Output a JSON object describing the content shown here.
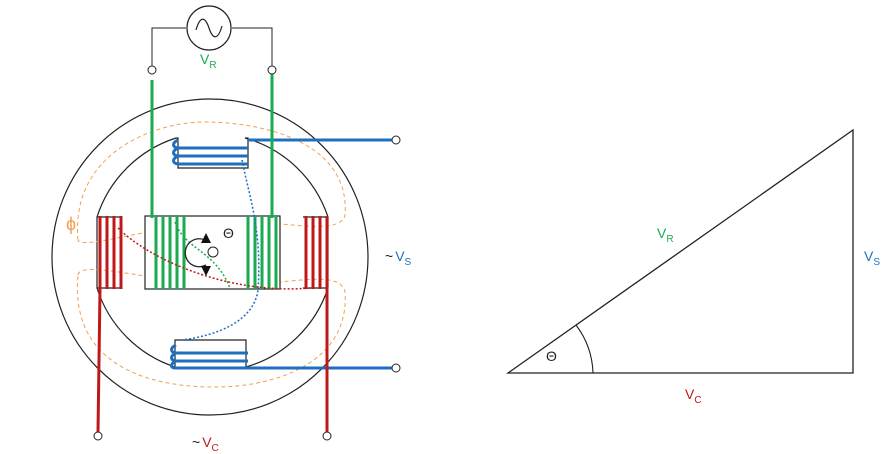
{
  "colors": {
    "rotor": "#1aaa50",
    "stator_s": "#1e6fbf",
    "stator_c": "#c01818",
    "flux": "#f0a050",
    "line": "#222222"
  },
  "icons": {
    "source": "ac-source-icon",
    "rotation": "rotation-arrow-icon"
  },
  "motor": {
    "vr": {
      "main": "V",
      "sub": "R"
    },
    "vs": {
      "prefix": "~",
      "main": "V",
      "sub": "S"
    },
    "vc": {
      "prefix": "~",
      "main": "V",
      "sub": "C"
    },
    "theta": "Θ",
    "phi": "ϕ"
  },
  "triangle": {
    "hyp": {
      "main": "V",
      "sub": "R"
    },
    "vertical": {
      "main": "V",
      "sub": "S"
    },
    "base": {
      "main": "V",
      "sub": "C"
    },
    "theta": "Θ"
  }
}
